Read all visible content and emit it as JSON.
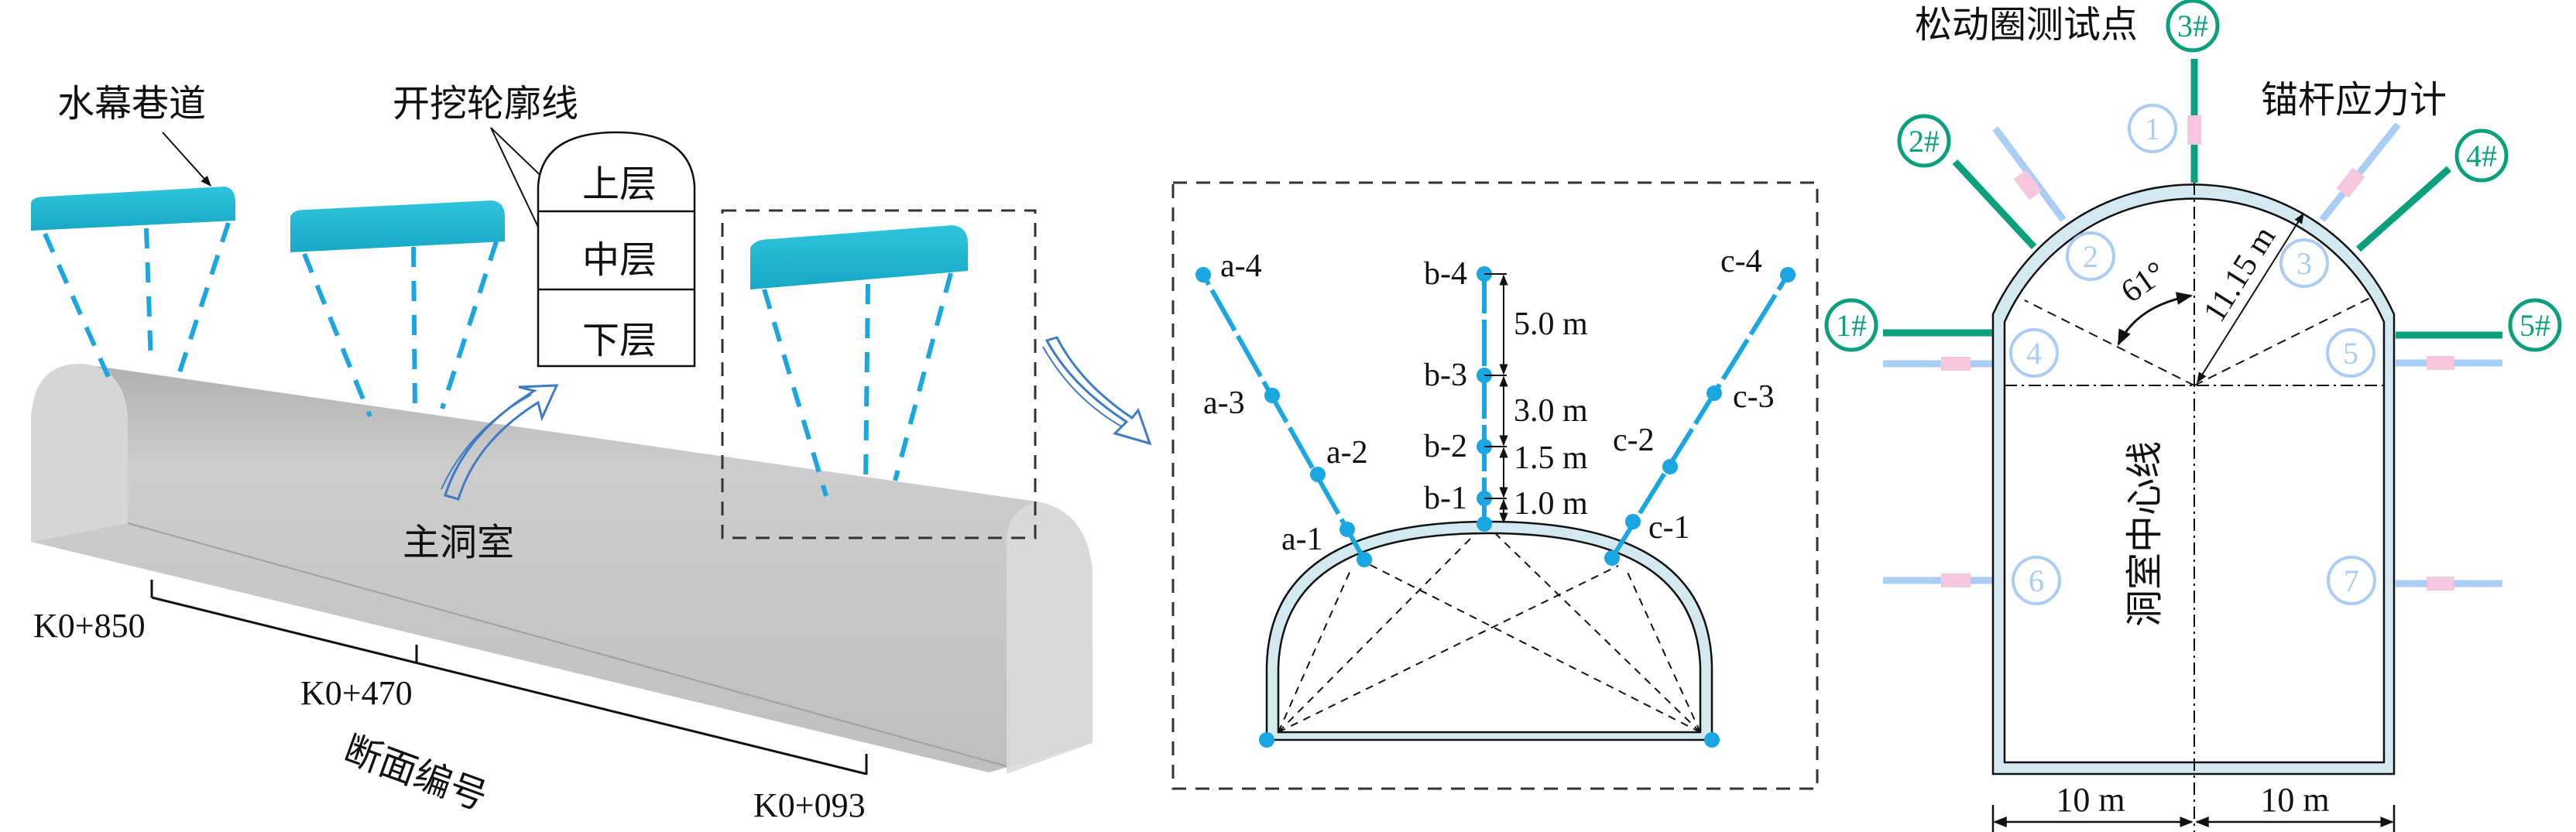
{
  "left_panel": {
    "water_curtain_label": "水幕巷道",
    "excavation_label": "开挖轮廓线",
    "layers": [
      "上层",
      "中层",
      "下层"
    ],
    "main_cavern_label": "主洞室",
    "section_label": "断面编号",
    "stations": [
      "K0+850",
      "K0+470",
      "K0+093"
    ]
  },
  "middle_panel": {
    "points_a": [
      "a-1",
      "a-2",
      "a-3",
      "a-4"
    ],
    "points_b": [
      "b-1",
      "b-2",
      "b-3",
      "b-4"
    ],
    "points_c": [
      "c-1",
      "c-2",
      "c-3",
      "c-4"
    ],
    "spacings": [
      "5.0 m",
      "3.0 m",
      "1.5 m",
      "1.0 m"
    ]
  },
  "right_panel": {
    "loose_zone_label": "松动圈测试点",
    "anchor_stress_label": "锚杆应力计",
    "centerline_label": "洞室中心线",
    "radius_label": "11.15 m",
    "angle_label": "61°",
    "half_width_left": "10 m",
    "half_width_right": "10 m",
    "loose_zone_points": [
      "1#",
      "2#",
      "3#",
      "4#",
      "5#"
    ],
    "stress_meters": [
      "1",
      "2",
      "3",
      "4",
      "5",
      "6",
      "7"
    ]
  },
  "colors": {
    "water_tunnel": "#1bbcd8",
    "borehole": "#1aa6e0",
    "lining": "#d3e9ef",
    "loose_zone": "#0aa07e",
    "anchor": "#a9cdf4",
    "sensor": "#f5c6dd",
    "arrow_sketch": "#3d7cc4"
  }
}
